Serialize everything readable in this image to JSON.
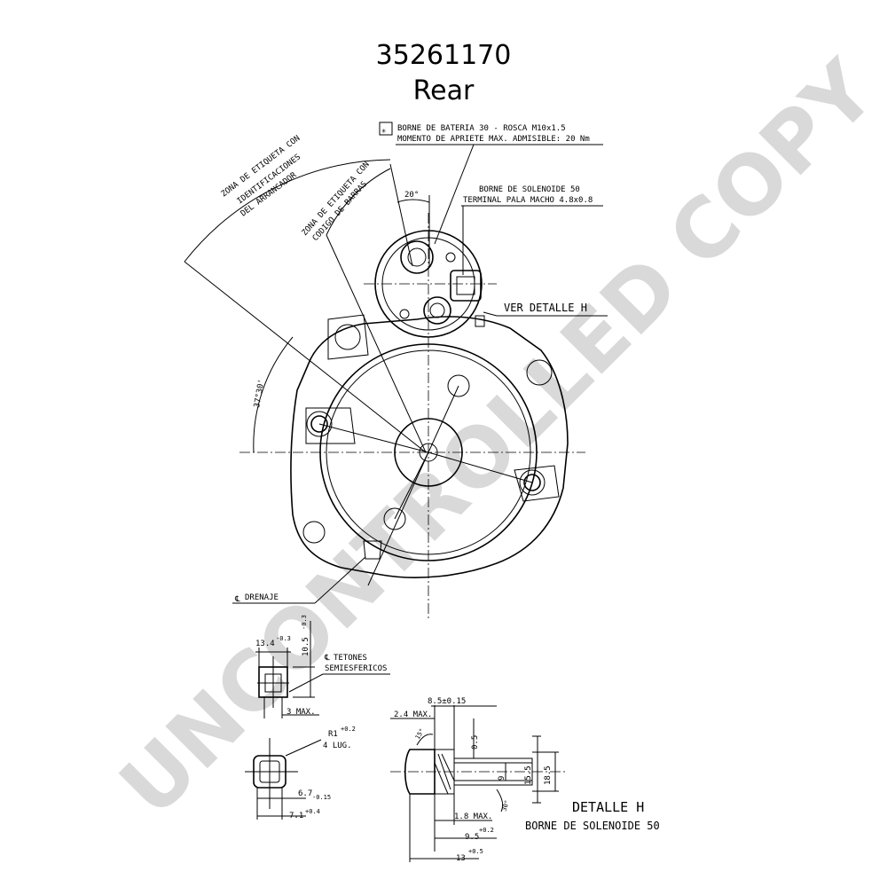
{
  "header": {
    "part_number": "35261170",
    "view": "Rear"
  },
  "watermark": "UNCONTROLLED COPY",
  "callouts": {
    "battery_line1": "BORNE DE BATERIA 30 - ROSCA M10x1.5",
    "battery_line2": "MOMENTO DE APRIETE MAX. ADMISIBLE: 20 Nm",
    "battery_symbol": "✳",
    "solenoid_line1": "BORNE DE SOLENOIDE 50",
    "solenoid_line2": "TERMINAL PALA MACHO 4.8x0.8",
    "ver_detalle": "VER DETALLE H",
    "label_zone1_line1": "ZONA DE ETIQUETA CON",
    "label_zone1_line2": "IDENTIFICACIONES",
    "label_zone1_line3": "DEL ARRANCADOR",
    "label_zone2_line1": "ZONA DE ETIQUETA CON",
    "label_zone2_line2": "CODIGO DE BARRAS",
    "angle_20": "20°",
    "angle_37": "37°30'",
    "drenaje": "DRENAJE",
    "cl_symbol": "℄"
  },
  "tetones": {
    "line1": "TETONES",
    "line2": "SEMIESFERICOS",
    "dim_width": "13.4",
    "dim_width_tol": "-0.3",
    "dim_height": "10.5",
    "dim_height_tol": "-0.3",
    "dim_3max": "3  MAX."
  },
  "detail_small": {
    "r1": "R1",
    "r1_tol": "+0.2",
    "lug": "4  LUG.",
    "dim_67": "6.7",
    "dim_67_tol": "-0.15",
    "dim_71": "7.1",
    "dim_71_tol": "+0.4"
  },
  "detail_h": {
    "title": "DETALLE  H",
    "subtitle": "BORNE DE SOLENOIDE 50",
    "dim_85": "8.5±0.15",
    "dim_24": "2.4  MAX.",
    "dim_15deg": "15°",
    "dim_05": "0.5",
    "dim_9": "9",
    "dim_155": "15.5",
    "dim_185": "18.5",
    "dim_30deg": "30°",
    "dim_18max": "1.8  MAX.",
    "dim_95": "9.5",
    "dim_95_tol": "+0.2",
    "dim_13": "13",
    "dim_13_tol": "+0.5"
  }
}
